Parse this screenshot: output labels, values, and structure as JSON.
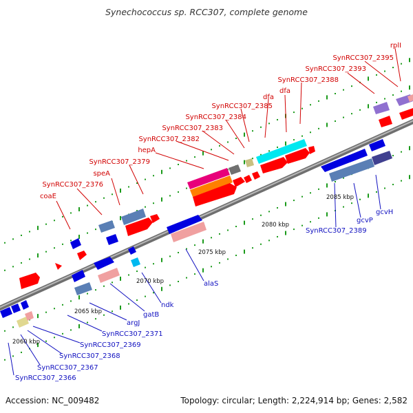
{
  "title": "Synechococcus sp. RCC307, complete genome",
  "footer": {
    "accession": "Accession: NC_009482",
    "topology": "Topology: circular; Length: 2,224,914 bp; Genes: 2,582"
  },
  "colors": {
    "forward_cds": "#ff0000",
    "reverse_cds": "#0000e0",
    "forward_label": "#d10000",
    "reverse_label": "#1010c0",
    "backbone": "#8a8a8a"
  },
  "scale_labels": [
    "2060 kbp",
    "2065 kbp",
    "2070 kbp",
    "2075 kbp",
    "2080 kbp",
    "2085 kbp"
  ],
  "forward_genes": [
    "coaE",
    "SynRCC307_2376",
    "speA",
    "SynRCC307_2379",
    "hepA",
    "SynRCC307_2382",
    "SynRCC307_2383",
    "SynRCC307_2384",
    "SynRCC307_2385",
    "dfa",
    "dfa",
    "SynRCC307_2388",
    "SynRCC307_2393",
    "SynRCC307_2395",
    "rplI"
  ],
  "reverse_genes": [
    "SynRCC307_2366",
    "SynRCC307_2367",
    "SynRCC307_2368",
    "SynRCC307_2369",
    "SynRCC307_2371",
    "argJ",
    "gatB",
    "ndk",
    "alaS",
    "SynRCC307_2389",
    "gcvP",
    "gcvH"
  ]
}
